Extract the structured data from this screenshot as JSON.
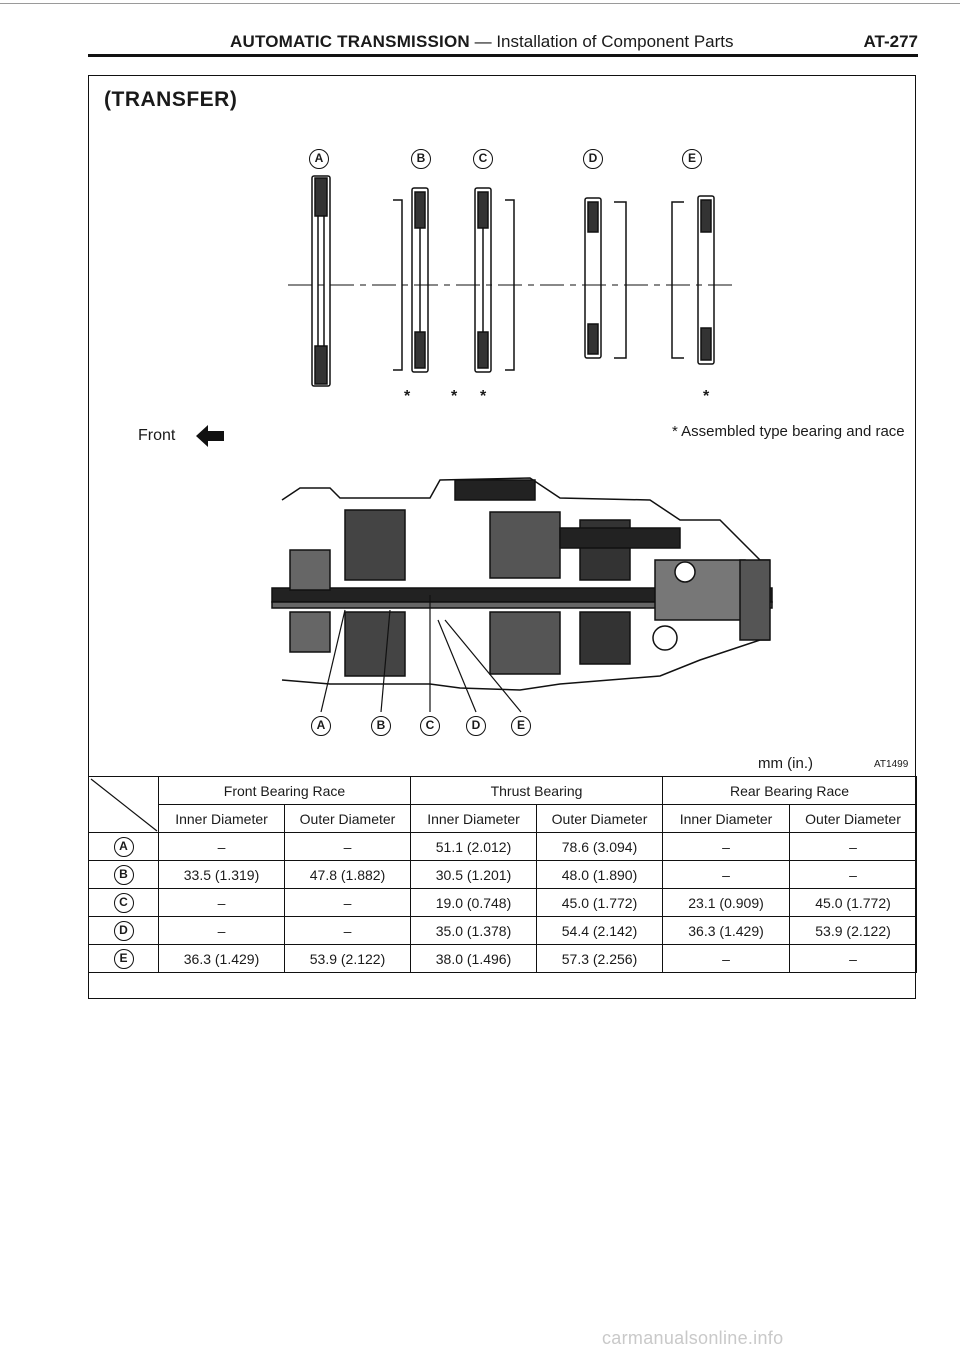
{
  "header": {
    "title_bold": "AUTOMATIC TRANSMISSION",
    "title_rest": " — Installation of Component Parts",
    "page": "AT-277"
  },
  "section": {
    "title": "(TRANSFER)"
  },
  "labels": {
    "front": "Front",
    "note": "* Assembled type bearing and race",
    "unit": "mm (in.)",
    "code": "AT1499",
    "star": "*"
  },
  "callouts": {
    "top": [
      "A",
      "B",
      "C",
      "D",
      "E"
    ],
    "bottom": [
      "A",
      "B",
      "C",
      "D",
      "E"
    ]
  },
  "table": {
    "groups": [
      "Front Bearing Race",
      "Thrust Bearing",
      "Rear Bearing Race"
    ],
    "subheaders": [
      "Inner Diameter",
      "Outer Diameter",
      "Inner Diameter",
      "Outer Diameter",
      "Inner Diameter",
      "Outer Diameter"
    ],
    "rows": [
      {
        "id": "A",
        "cells": [
          "–",
          "–",
          "51.1 (2.012)",
          "78.6 (3.094)",
          "–",
          "–"
        ]
      },
      {
        "id": "B",
        "cells": [
          "33.5 (1.319)",
          "47.8 (1.882)",
          "30.5 (1.201)",
          "48.0 (1.890)",
          "–",
          "–"
        ]
      },
      {
        "id": "C",
        "cells": [
          "–",
          "–",
          "19.0 (0.748)",
          "45.0 (1.772)",
          "23.1 (0.909)",
          "45.0 (1.772)"
        ]
      },
      {
        "id": "D",
        "cells": [
          "–",
          "–",
          "35.0 (1.378)",
          "54.4 (2.142)",
          "36.3 (1.429)",
          "53.9 (2.122)"
        ]
      },
      {
        "id": "E",
        "cells": [
          "36.3 (1.429)",
          "53.9 (2.122)",
          "38.0 (1.496)",
          "57.3 (2.256)",
          "–",
          "–"
        ]
      }
    ]
  },
  "watermark": "carmanualsonline.info"
}
